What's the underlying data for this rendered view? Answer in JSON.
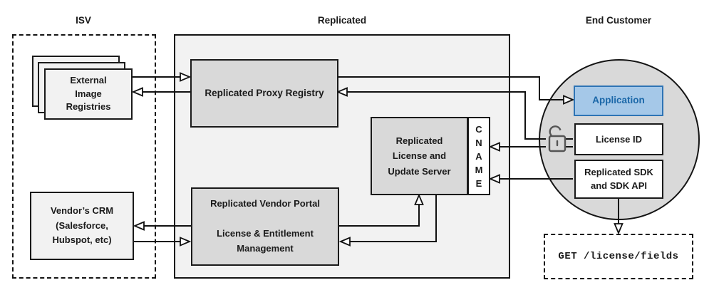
{
  "sections": {
    "isv": {
      "label": "ISV"
    },
    "replicated": {
      "label": "Replicated"
    },
    "end_customer": {
      "label": "End Customer"
    }
  },
  "nodes": {
    "external_image_registries": {
      "label": "External\nImage\nRegistries"
    },
    "replicated_proxy_registry": {
      "label": "Replicated Proxy Registry"
    },
    "replicated_license_update_server": {
      "label": "Replicated\nLicense and\nUpdate Server"
    },
    "cname": {
      "label": "C\nN\nA\nM\nE",
      "text": "CNAME"
    },
    "replicated_vendor_portal": {
      "label": "Replicated Vendor Portal\n\nLicense & Entitlement\nManagement"
    },
    "vendors_crm": {
      "label": "Vendor’s CRM\n(Salesforce,\nHubspot, etc)"
    },
    "application": {
      "label": "Application"
    },
    "license_id": {
      "label": "License ID"
    },
    "replicated_sdk": {
      "label": "Replicated SDK\nand SDK API"
    },
    "license_fields_request": {
      "label": "GET /license/fields"
    }
  },
  "icons": {
    "lock": "open-padlock"
  },
  "colors": {
    "panel_fill": "#f2f2f2",
    "node_fill": "#d9d9d9",
    "circle_fill": "#d9d9d9",
    "light_node_fill": "#f2f2f2",
    "line": "#111111",
    "application_fill": "#a5c8e8",
    "application_border": "#2e74b5",
    "application_text": "#1a67a8",
    "lock": "#555555",
    "text": "#1a1a1a"
  }
}
